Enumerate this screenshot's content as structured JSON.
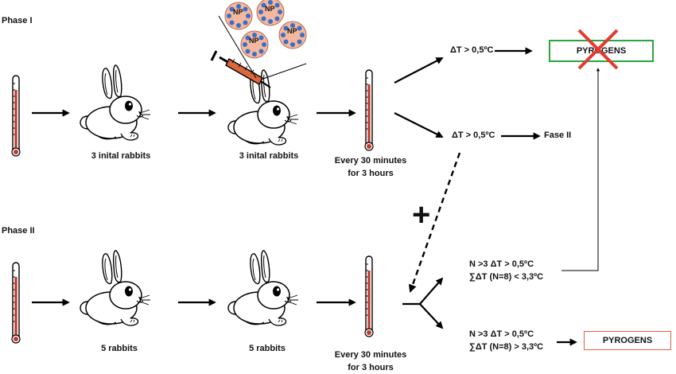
{
  "phases": {
    "phase1": "Phase I",
    "phase2": "Phase II"
  },
  "labels": {
    "initial_rabbits_a": "3 inital rabbits",
    "initial_rabbits_b": "3 inital rabbits",
    "every_line1": "Every 30 minutes",
    "every_line2": "for 3 hours",
    "every2_line1": "Every 30 minutes",
    "every2_line2": "for 3 hours",
    "five_rabbits_a": "5 rabbits",
    "five_rabbits_b": "5 rabbits",
    "delta_upper": "ΔT > 0,5ºC",
    "delta_lower": "ΔT > 0,5ºC",
    "fase2": "Fase II",
    "pyrogens_crossed": "PYROGENS",
    "pyrogens": "PYROGENS",
    "nanoparticle": "NP",
    "plus": "+",
    "cond_low_line1": "N >3  ΔT > 0,5ºC",
    "cond_low_line2": "∑ΔT (N=8) < 3,3ºC",
    "cond_high_line1": "N >3  ΔT > 0,5ºC",
    "cond_high_line2": "∑ΔT (N=8) > 3,3ºC"
  },
  "colors": {
    "thermometer_mercury": "#c0392b",
    "green_box": "#2aa63c",
    "red_cross": "#e53a2f",
    "red_box": "#e0613f",
    "nanoparticle_shell": "#f4b8a1",
    "nanoparticle_dots": "#3a6fc4"
  }
}
